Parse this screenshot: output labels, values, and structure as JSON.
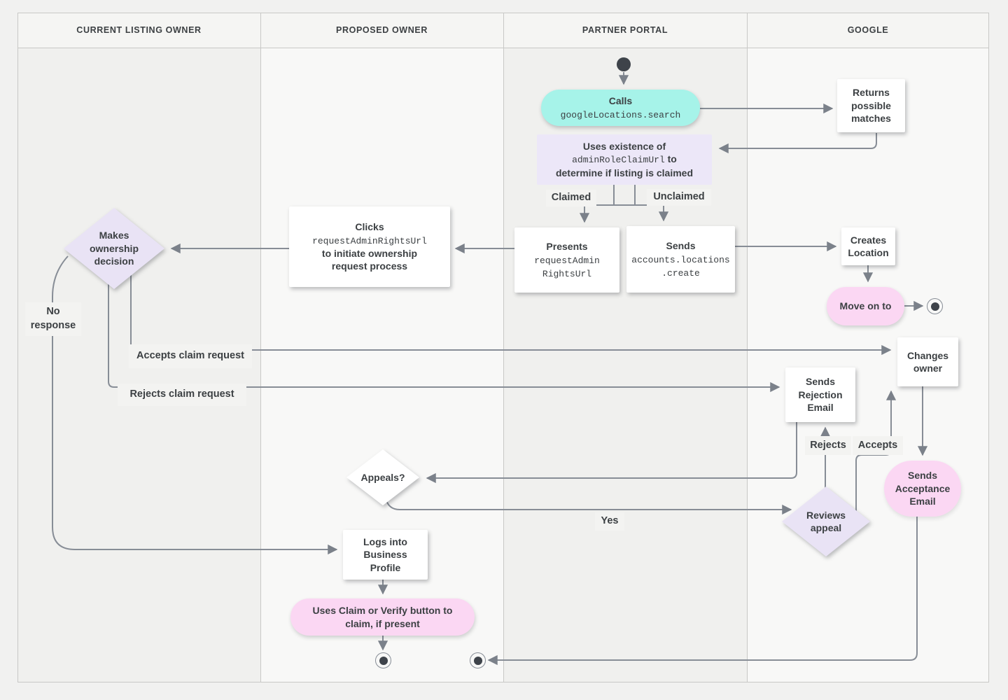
{
  "lanes": [
    {
      "label": "CURRENT LISTING OWNER"
    },
    {
      "label": "PROPOSED OWNER"
    },
    {
      "label": "PARTNER PORTAL"
    },
    {
      "label": "GOOGLE"
    }
  ],
  "nodes": {
    "calls": {
      "title": "Calls",
      "code": "googleLocations.search"
    },
    "returns": {
      "text": "Returns possible matches"
    },
    "uses": {
      "line1": "Uses existence of",
      "code": "adminRoleClaimUrl",
      "line2_suffix": " to",
      "line3": "determine if listing is claimed"
    },
    "presents": {
      "title": "Presents",
      "code_line1": "requestAdmin",
      "code_line2": "RightsUrl"
    },
    "sends_create": {
      "title": "Sends",
      "code_line1": "accounts.locations",
      "code_line2": ".create"
    },
    "creates_location": {
      "text": "Creates Location"
    },
    "move_on": {
      "text": "Move on to"
    },
    "clicks": {
      "title": "Clicks",
      "code": "requestAdminRightsUrl",
      "line3": "to initiate ownership",
      "line4": "request process"
    },
    "decision": {
      "text": "Makes ownership decision"
    },
    "changes_owner": {
      "text": "Changes owner"
    },
    "sends_rejection": {
      "text": "Sends Rejection Email"
    },
    "sends_acceptance": {
      "text": "Sends Acceptance Email"
    },
    "reviews_appeal": {
      "text": "Reviews appeal"
    },
    "appeals": {
      "text": "Appeals?"
    },
    "logs_in": {
      "text": "Logs into Business Profile"
    },
    "uses_claim": {
      "text": "Uses Claim or Verify button to claim, if present"
    }
  },
  "edge_labels": {
    "claimed": "Claimed",
    "unclaimed": "Unclaimed",
    "no_response": "No response",
    "accepts_claim": "Accepts claim request",
    "rejects_claim": "Rejects claim request",
    "rejects": "Rejects",
    "accepts": "Accepts",
    "yes": "Yes"
  },
  "colors": {
    "teal": "#a6f3e9",
    "purple": "#ece7f8",
    "lavender": "#e9e3f5",
    "pink": "#fbd7f3",
    "line": "#878d96",
    "arrow": "#7b818a",
    "text": "#3c4043",
    "border": "#c8c8c6",
    "laneOdd": "#f0f0ee",
    "laneEven": "#f8f8f7",
    "headerBg": "#f5f5f3",
    "pageBg": "#f1f1f0",
    "chipBg": "#f3f3f1",
    "nodeDark": "#3e434a"
  }
}
